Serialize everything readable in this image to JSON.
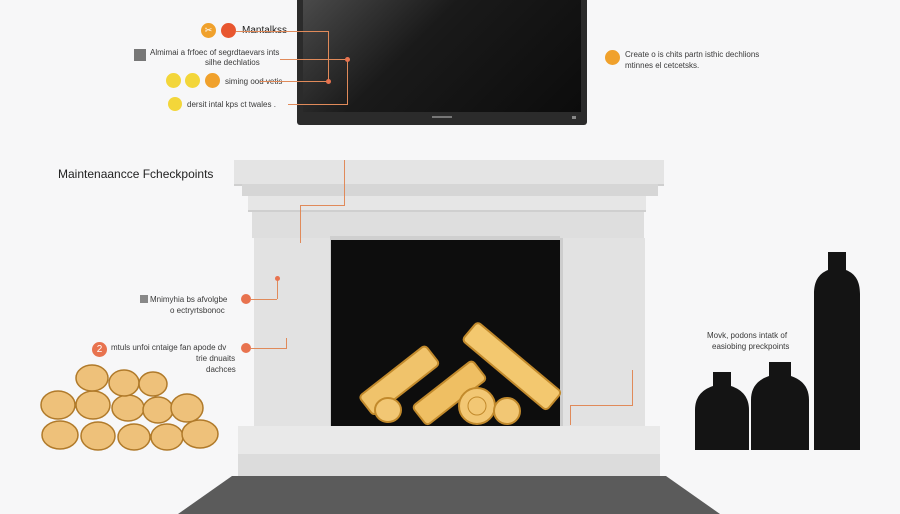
{
  "legend_top": {
    "title": "Mantalkss",
    "rows": [
      "Almimai a frfoec of segrdtaevars ints",
      "silhe dechlatios",
      "siming ood vetis",
      "dersit intal kps ct twales ."
    ],
    "icon_label": "✂"
  },
  "notes": {
    "right_top": [
      "Create o is chits partn isthic dechlions",
      "mtinnes el cetcetsks."
    ],
    "heading_left": "Maintenaancce Fcheckpoints",
    "left_mid": [
      "Mnimyhia bs afvolgbe",
      "o ectryrtsbonoc"
    ],
    "left_low": [
      "mtuls unfoi cntaige fan apode dv",
      "trie dnuaits",
      "dachces"
    ],
    "left_low_badge": "2",
    "right_mid": [
      "Movk, podons intatk of",
      "easiobing preckpoints"
    ]
  },
  "colors": {
    "accent": "#e8734f",
    "orange": "#f0a12c",
    "yellow": "#f3d63a",
    "black": "#111111",
    "wood": "#f0c36b"
  }
}
